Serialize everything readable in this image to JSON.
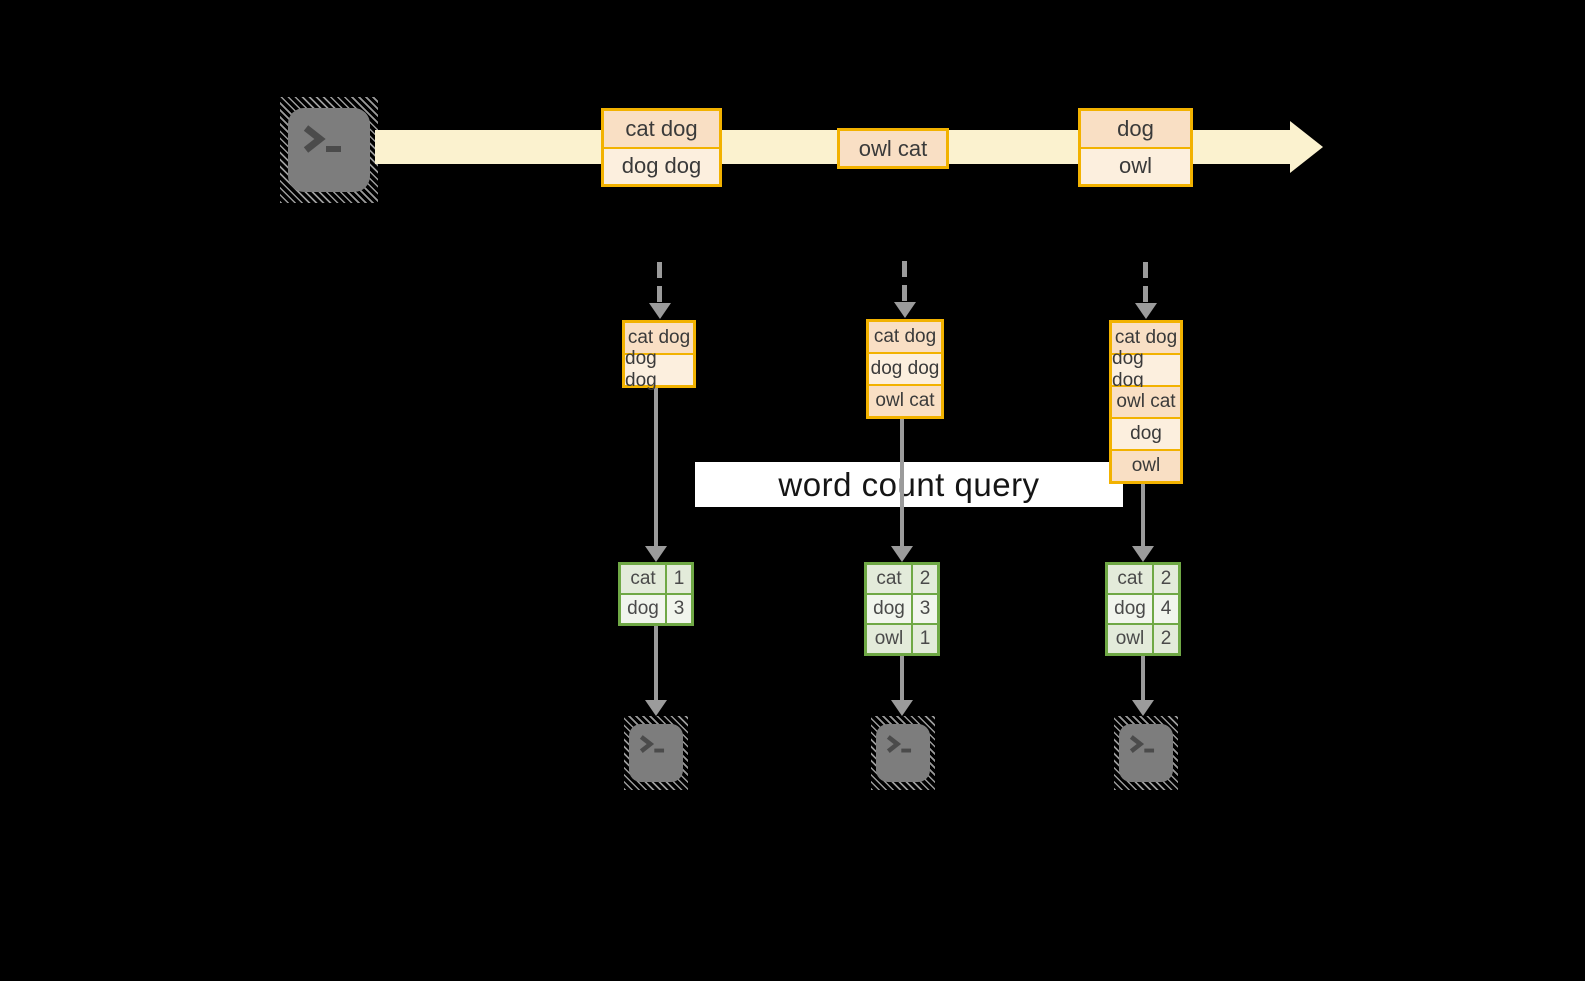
{
  "banner": {
    "label": "word count query"
  },
  "stream": {
    "batches": [
      {
        "lines": [
          "cat dog",
          "dog dog"
        ]
      },
      {
        "lines": [
          "owl cat"
        ]
      },
      {
        "lines": [
          "dog",
          "owl"
        ]
      }
    ]
  },
  "micro_batches": [
    {
      "lines": [
        "cat dog",
        "dog dog"
      ]
    },
    {
      "lines": [
        "cat dog",
        "dog dog",
        "owl cat"
      ]
    },
    {
      "lines": [
        "cat dog",
        "dog dog",
        "owl cat",
        "dog",
        "owl"
      ]
    }
  ],
  "word_counts": [
    {
      "rows": [
        {
          "word": "cat",
          "count": "1"
        },
        {
          "word": "dog",
          "count": "3"
        }
      ]
    },
    {
      "rows": [
        {
          "word": "cat",
          "count": "2"
        },
        {
          "word": "dog",
          "count": "3"
        },
        {
          "word": "owl",
          "count": "1"
        }
      ]
    },
    {
      "rows": [
        {
          "word": "cat",
          "count": "2"
        },
        {
          "word": "dog",
          "count": "4"
        },
        {
          "word": "owl",
          "count": "2"
        }
      ]
    }
  ],
  "colors": {
    "accent_orange": "#F2B200",
    "cell_peach": "#F9DFC4",
    "cell_cream": "#FCEFDE",
    "stream_band": "#FBF2CF",
    "green_border": "#6FA845",
    "green_cell_dark": "#E3EBDA",
    "green_cell_light": "#F1F5ED",
    "arrow_gray": "#9B9B9B",
    "terminal_gray": "#7D7D7D"
  }
}
